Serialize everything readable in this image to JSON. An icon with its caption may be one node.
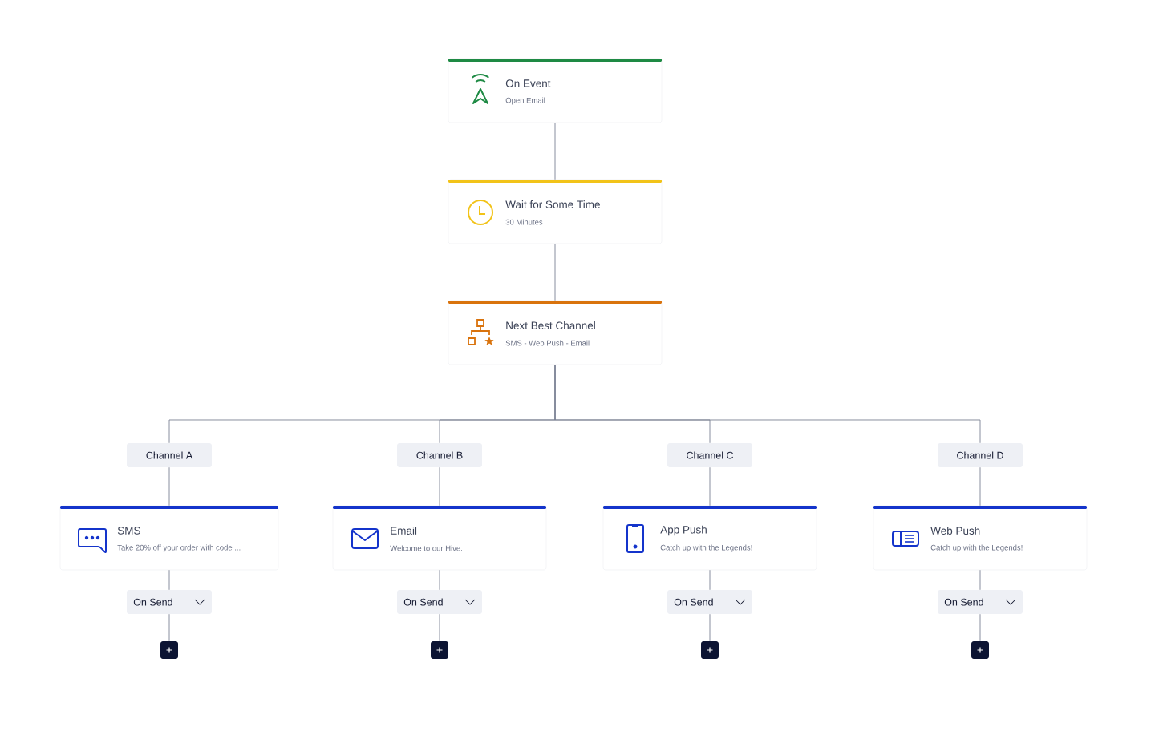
{
  "diagram": {
    "nodes": [
      {
        "text": [
          "On Event",
          "Open Email"
        ]
      },
      {
        "text": [
          "Wait for Some Time",
          "30 Minutes"
        ]
      },
      {
        "text": [
          "Next Best Channel",
          "SMS - Web Push - Email"
        ]
      },
      {
        "text": [
          "Channel A"
        ]
      },
      {
        "text": [
          "Channel B"
        ]
      },
      {
        "text": [
          "Channel C"
        ]
      },
      {
        "text": [
          "Channel D"
        ]
      },
      {
        "text": [
          "SMS",
          "Take 20% off your order with code ..."
        ]
      },
      {
        "text": [
          "Email",
          "Welcome to our Hive."
        ]
      },
      {
        "text": [
          "App Push",
          "Catch up with the Legends!"
        ]
      },
      {
        "text": [
          "Web Push",
          "Catch up with the Legends!"
        ]
      },
      {
        "text": [
          "On Send"
        ]
      },
      {
        "text": [
          "On Send"
        ]
      },
      {
        "text": [
          "On Send"
        ]
      },
      {
        "text": [
          "On Send"
        ]
      },
      {
        "text": [],
        "shape": "box"
      },
      {
        "text": [],
        "shape": "box"
      },
      {
        "text": [],
        "shape": "box"
      },
      {
        "text": [],
        "shape": "box"
      }
    ],
    "edges": [
      {
        "from": 0,
        "to": 1,
        "arrow": "none"
      },
      {
        "from": 1,
        "to": 2,
        "arrow": "none"
      },
      {
        "from": 2,
        "to": 3,
        "arrow": "none"
      },
      {
        "from": 2,
        "to": 4,
        "arrow": "none"
      },
      {
        "from": 2,
        "to": 5,
        "arrow": "none"
      },
      {
        "from": 2,
        "to": 6,
        "arrow": "none"
      },
      {
        "from": 3,
        "to": 7,
        "arrow": "none"
      },
      {
        "from": 4,
        "to": 8,
        "arrow": "none"
      },
      {
        "from": 5,
        "to": 9,
        "arrow": "none"
      },
      {
        "from": 6,
        "to": 10,
        "arrow": "none"
      },
      {
        "from": 7,
        "to": 11,
        "arrow": "none"
      },
      {
        "from": 8,
        "to": 12,
        "arrow": "none"
      },
      {
        "from": 9,
        "to": 13,
        "arrow": "none"
      },
      {
        "from": 10,
        "to": 14,
        "arrow": "none"
      },
      {
        "from": 11,
        "to": 15,
        "arrow": "none"
      },
      {
        "from": 12,
        "to": 16,
        "arrow": "none"
      },
      {
        "from": 13,
        "to": 17,
        "arrow": "none"
      },
      {
        "from": 14,
        "to": 18,
        "arrow": "none"
      }
    ]
  }
}
